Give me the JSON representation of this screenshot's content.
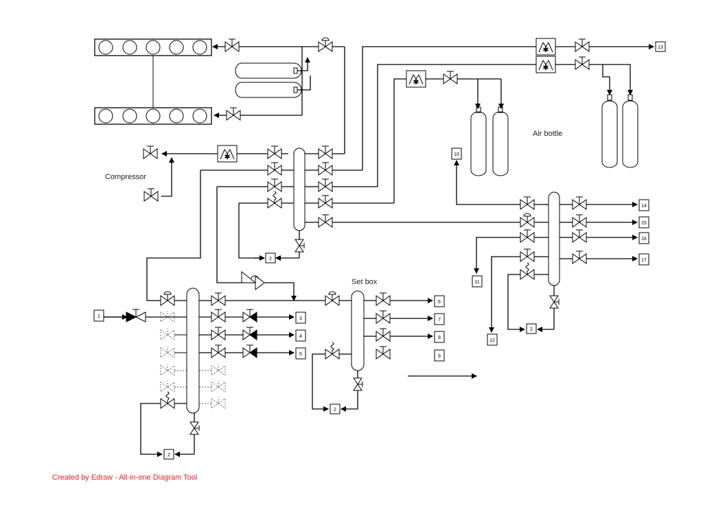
{
  "labels": {
    "compressor": "Compressor",
    "air_bottle": "Air bottle",
    "set_box": "Set box"
  },
  "credit": "Created by Edraw - All-in-one Diagram Tool",
  "colors": {
    "line": "#000000",
    "credit": "#e8202a",
    "background": "#ffffff"
  },
  "terminals": [
    "1",
    "2",
    "3",
    "4",
    "5",
    "6",
    "7",
    "8",
    "9",
    "10",
    "11",
    "12",
    "13",
    "14",
    "15",
    "16",
    "17"
  ]
}
